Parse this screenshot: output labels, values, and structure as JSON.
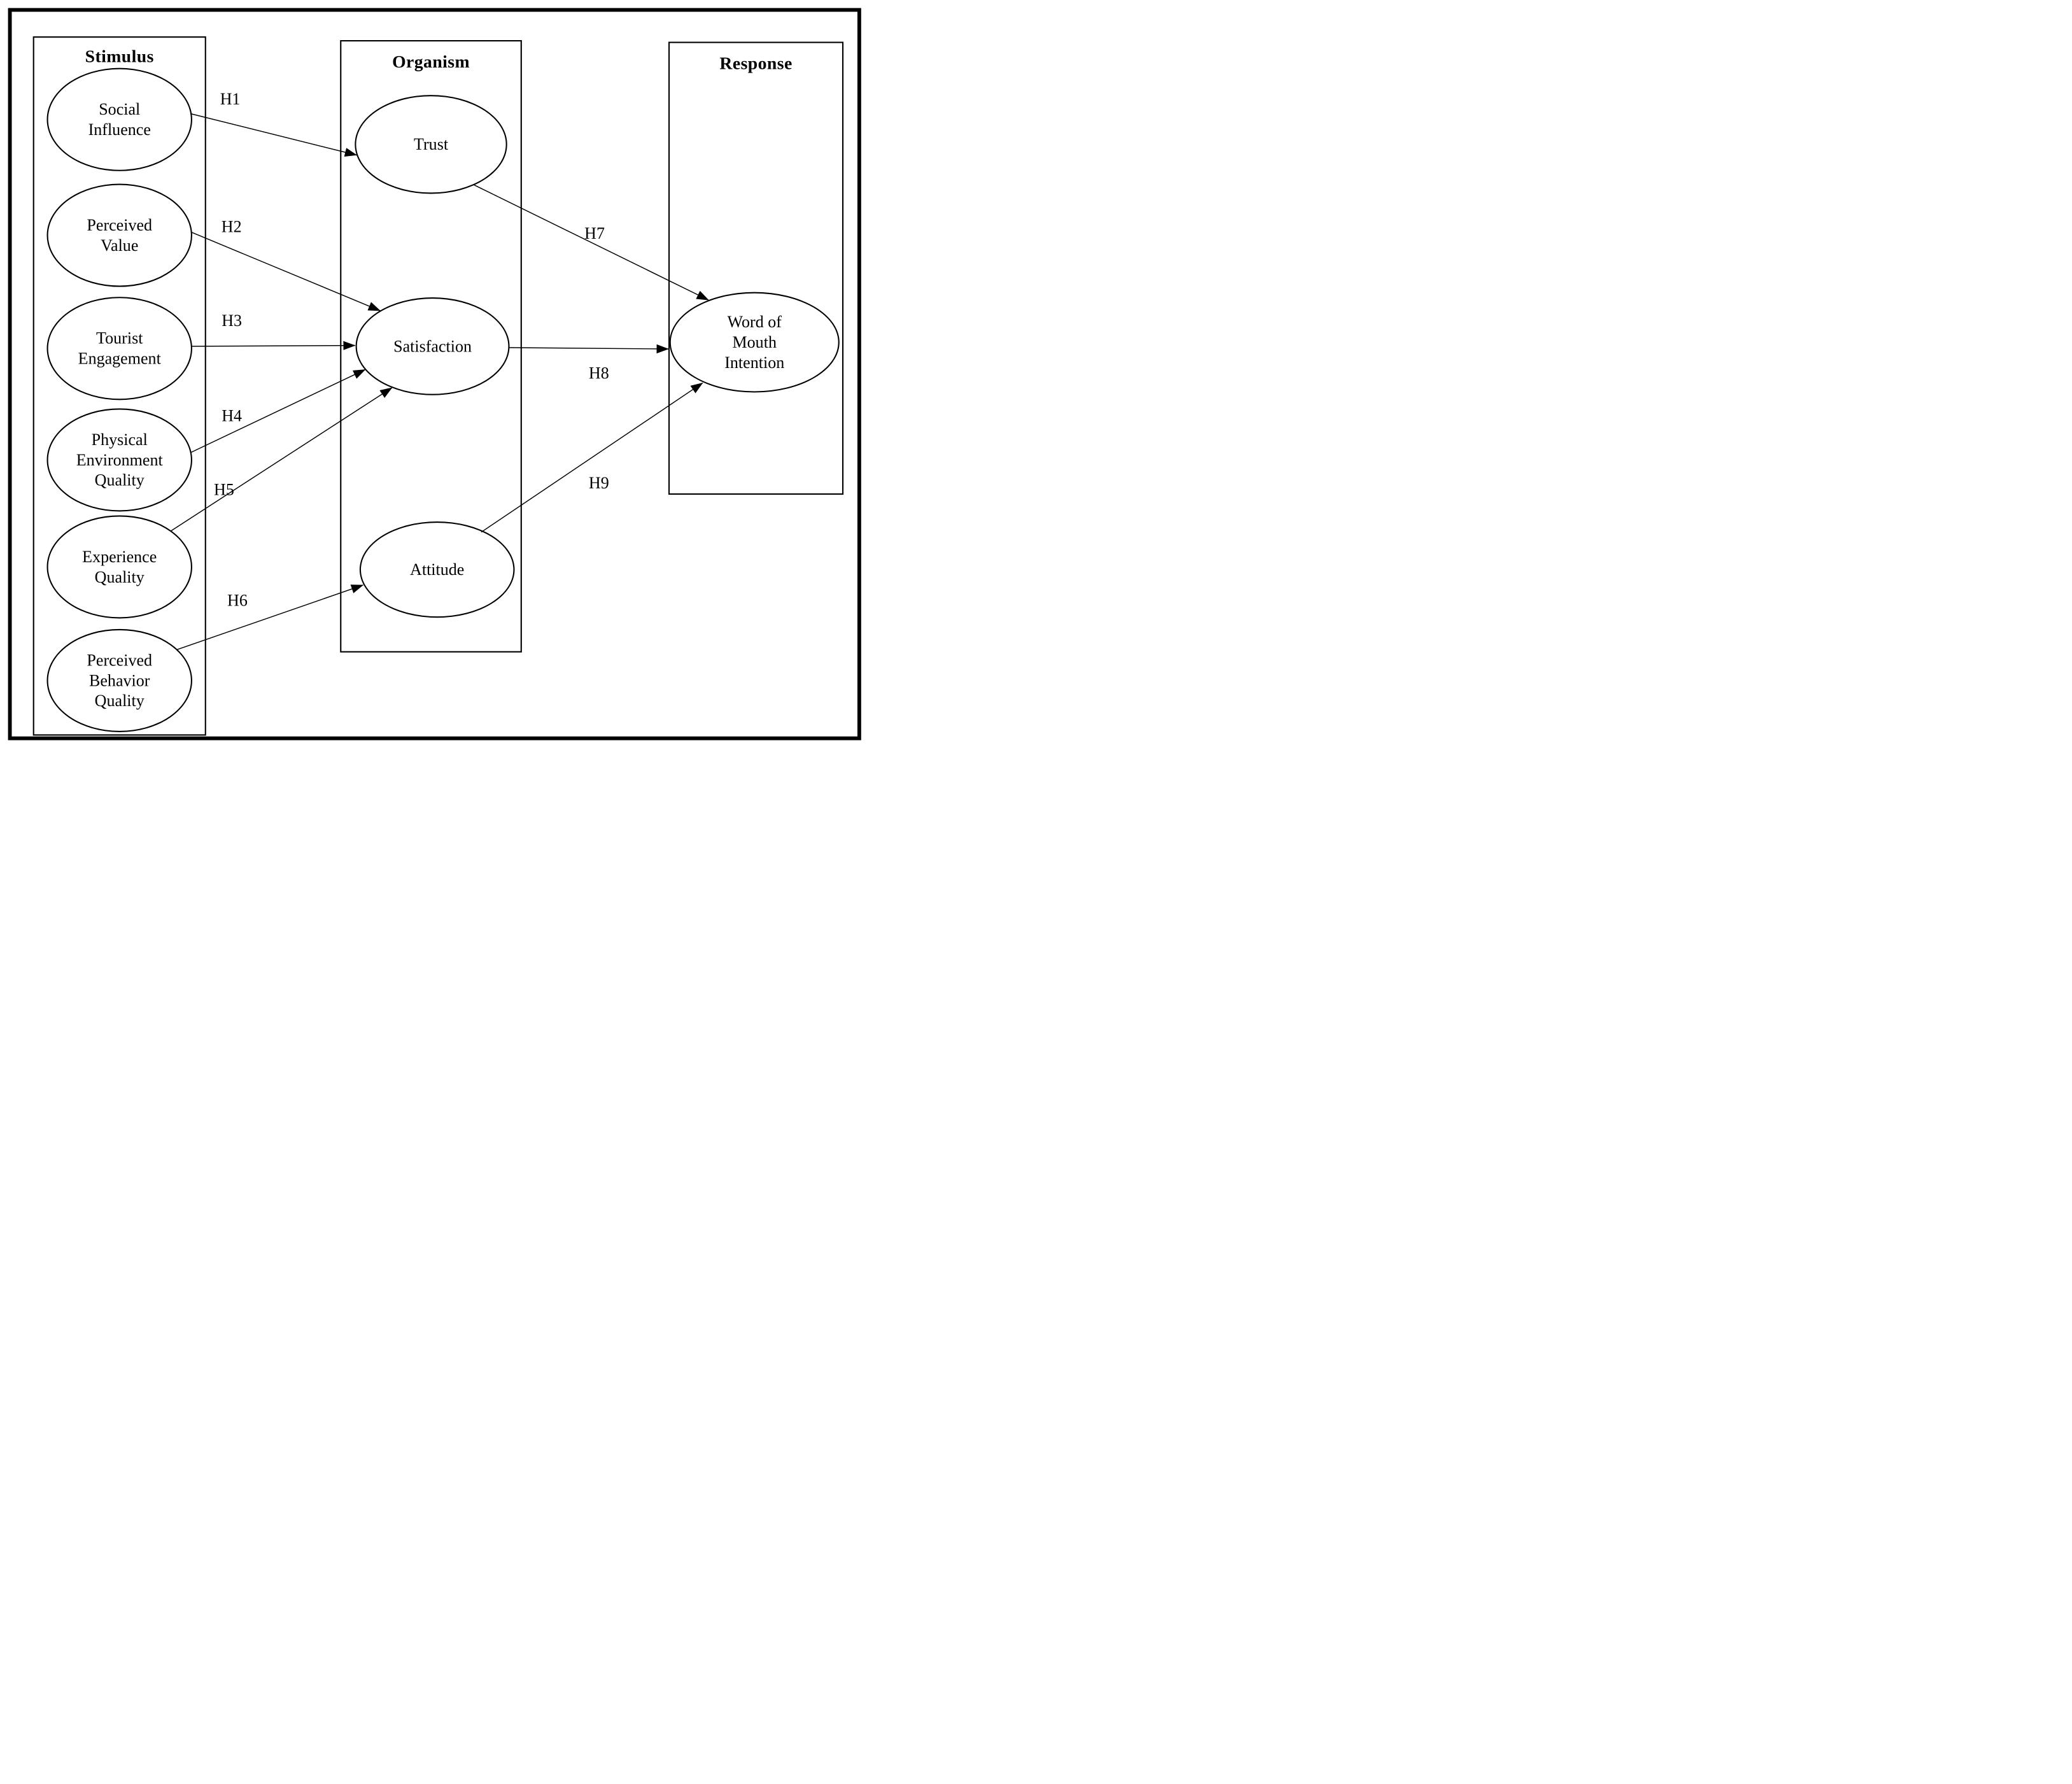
{
  "diagram_type": "Stimulus-Organism-Response research model",
  "stimulus": {
    "title": "Stimulus",
    "nodes": [
      {
        "name": "Social Influence",
        "lines": [
          "Social",
          "Influence"
        ]
      },
      {
        "name": "Perceived Value",
        "lines": [
          "Perceived",
          "Value"
        ]
      },
      {
        "name": "Tourist Engagement",
        "lines": [
          "Tourist",
          "Engagement"
        ]
      },
      {
        "name": "Physical Environment Quality",
        "lines": [
          "Physical",
          "Environment",
          "Quality"
        ]
      },
      {
        "name": "Experience Quality",
        "lines": [
          "Experience",
          "Quality"
        ]
      },
      {
        "name": "Perceived Behavior Quality",
        "lines": [
          "Perceived",
          "Behavior",
          "Quality"
        ]
      }
    ]
  },
  "organism": {
    "title": "Organism",
    "nodes": [
      {
        "name": "Trust",
        "lines": [
          "Trust"
        ]
      },
      {
        "name": "Satisfaction",
        "lines": [
          "Satisfaction"
        ]
      },
      {
        "name": "Attitude",
        "lines": [
          "Attitude"
        ]
      }
    ]
  },
  "response": {
    "title": "Response",
    "nodes": [
      {
        "name": "Word of Mouth Intention",
        "lines": [
          "Word of",
          "Mouth",
          "Intention"
        ]
      }
    ]
  },
  "hypotheses": [
    {
      "id": "H1",
      "from": "Social Influence",
      "to": "Trust"
    },
    {
      "id": "H2",
      "from": "Perceived Value",
      "to": "Satisfaction"
    },
    {
      "id": "H3",
      "from": "Tourist Engagement",
      "to": "Satisfaction"
    },
    {
      "id": "H4",
      "from": "Physical Environment Quality",
      "to": "Satisfaction"
    },
    {
      "id": "H5",
      "from": "Experience Quality",
      "to": "Satisfaction"
    },
    {
      "id": "H6",
      "from": "Perceived Behavior Quality",
      "to": "Attitude"
    },
    {
      "id": "H7",
      "from": "Trust",
      "to": "Word of Mouth Intention"
    },
    {
      "id": "H8",
      "from": "Satisfaction",
      "to": "Word of Mouth Intention"
    },
    {
      "id": "H9",
      "from": "Attitude",
      "to": "Word of Mouth Intention"
    }
  ],
  "colors": {
    "ink": "#000000",
    "paper": "#ffffff"
  }
}
